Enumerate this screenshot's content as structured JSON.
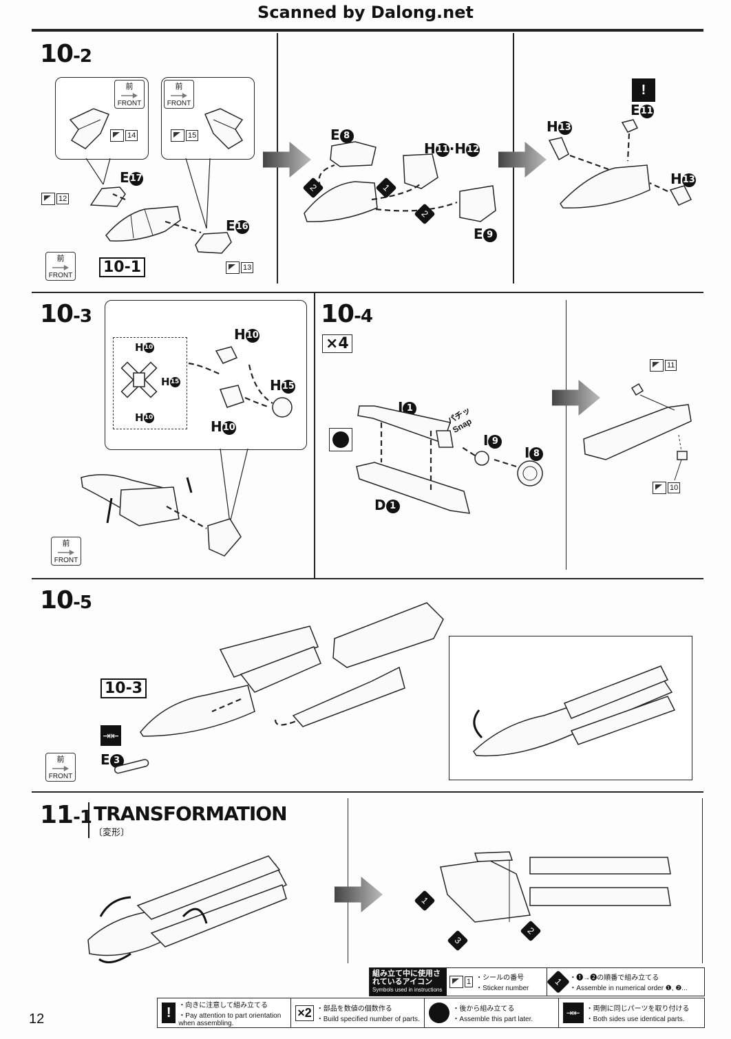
{
  "header": {
    "scanned": "Scanned by Dalong.net"
  },
  "steps": {
    "s10_2": {
      "main": "10",
      "sub": "-2"
    },
    "s10_3": {
      "main": "10",
      "sub": "-3"
    },
    "s10_4": {
      "main": "10",
      "sub": "-4"
    },
    "s10_5": {
      "main": "10",
      "sub": "-5"
    },
    "s11_1": {
      "main": "11",
      "sub": "-1"
    }
  },
  "transformation": {
    "title": "TRANSFORMATION",
    "jp": "〔変形〕"
  },
  "front": {
    "kanji": "前",
    "label": "FRONT"
  },
  "parts": {
    "E17": "E",
    "E17n": "17",
    "E16": "E",
    "E16n": "16",
    "E8": "E",
    "E8n": "8",
    "H11": "H",
    "H11n": "11",
    "H12n": "12",
    "E9": "E",
    "E9n": "9",
    "E11": "E",
    "E11n": "11",
    "H13": "H",
    "H13n": "13",
    "H10": "H",
    "H10n": "10",
    "H15": "H",
    "H15n": "15",
    "I1": "I",
    "I1n": "1",
    "I9": "I",
    "I9n": "9",
    "I8": "I",
    "I8n": "8",
    "D1": "D",
    "D1n": "1",
    "E3": "E",
    "E3n": "3"
  },
  "stickers": {
    "s14": "14",
    "s15": "15",
    "s12": "12",
    "s13": "13",
    "s11": "11",
    "s10": "10",
    "s1": "1"
  },
  "refs": {
    "r10_1": "10-1",
    "r10_3": "10-3"
  },
  "multiplier": "×4",
  "snap": {
    "jp": "パチッ",
    "en": "Snap"
  },
  "attention": "!",
  "order_nums": {
    "n1": "1",
    "n2": "2",
    "n3": "3"
  },
  "legend": {
    "title_jp": "組み立て中に使用されているアイコン",
    "title_en": "Symbols used in instructions",
    "sticker_jp": "・シールの番号",
    "sticker_en": "・Sticker number",
    "order_jp": "・❶→❷の順番で組み立てる",
    "order_en": "・Assemble in numerical order ❶, ❷...",
    "attention_jp": "・向きに注意して組み立てる",
    "attention_en": "・Pay attention to part orientation when assembling.",
    "x2_icon": "×2",
    "x2_jp": "・部品を数値の個数作る",
    "x2_en": "・Build specified number of parts.",
    "later_jp": "・後から組み立てる",
    "later_en": "・Assemble this part later.",
    "both_jp": "・両側に同じパーツを取り付ける",
    "both_en": "・Both sides use identical parts."
  },
  "page_number": "12"
}
